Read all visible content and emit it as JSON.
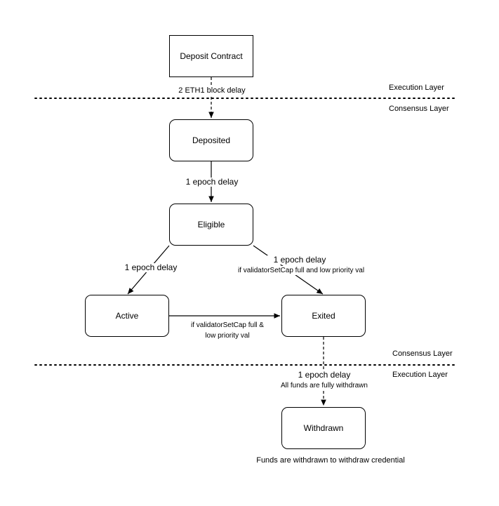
{
  "layers": {
    "top_execution": "Execution Layer",
    "top_consensus": "Consensus Layer",
    "bottom_consensus": "Consensus Layer",
    "bottom_execution": "Execution Layer"
  },
  "nodes": {
    "deposit_contract": "Deposit Contract",
    "deposited": "Deposited",
    "eligible": "Eligible",
    "active": "Active",
    "exited": "Exited",
    "withdrawn": "Withdrawn"
  },
  "edges": {
    "deposit_to_deposited": "2 ETH1 block delay",
    "deposited_to_eligible": "1 epoch delay",
    "eligible_to_active": "1 epoch delay",
    "eligible_to_exited_line1": "1 epoch delay",
    "eligible_to_exited_line2": "if validatorSetCap full and low priority val",
    "active_to_exited_line1": "if validatorSetCap full &",
    "active_to_exited_line2": "low priority val",
    "exited_to_withdrawn_line1": "1 epoch delay",
    "exited_to_withdrawn_line2": "All funds are fully withdrawn"
  },
  "notes": {
    "withdrawn_note": "Funds are withdrawn to withdraw credential"
  }
}
